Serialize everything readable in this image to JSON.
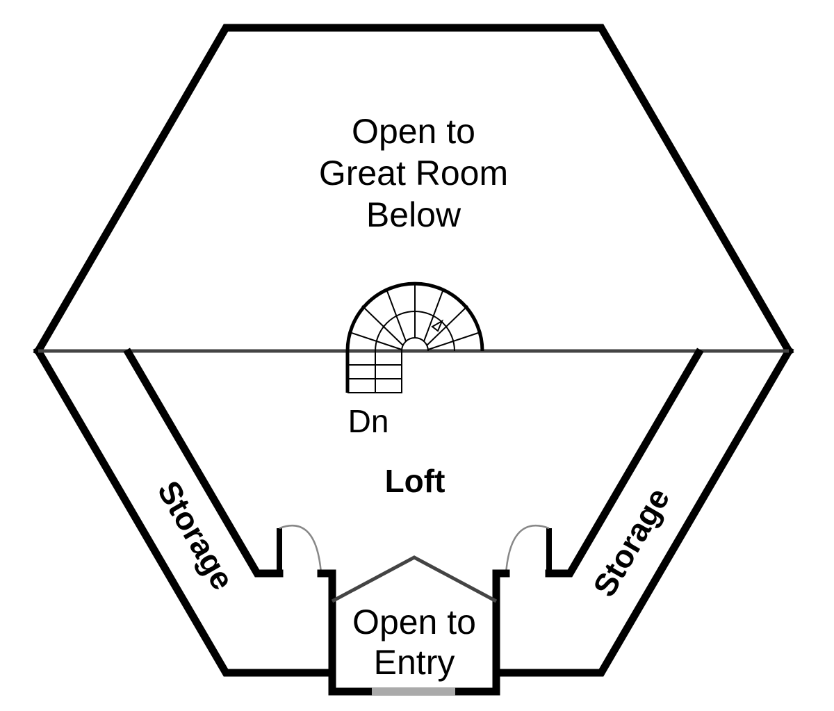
{
  "labels": {
    "great_room": [
      "Open to",
      "Great Room",
      "Below"
    ],
    "loft": "Loft",
    "stairs_down": "Dn",
    "storage_left": "Storage",
    "storage_right": "Storage",
    "entry": [
      "Open to",
      "Entry"
    ]
  },
  "colors": {
    "wall": "#000000",
    "railing": "#444444",
    "door_swing": "#888888",
    "glass": "#aaaaaa",
    "background": "#ffffff"
  }
}
